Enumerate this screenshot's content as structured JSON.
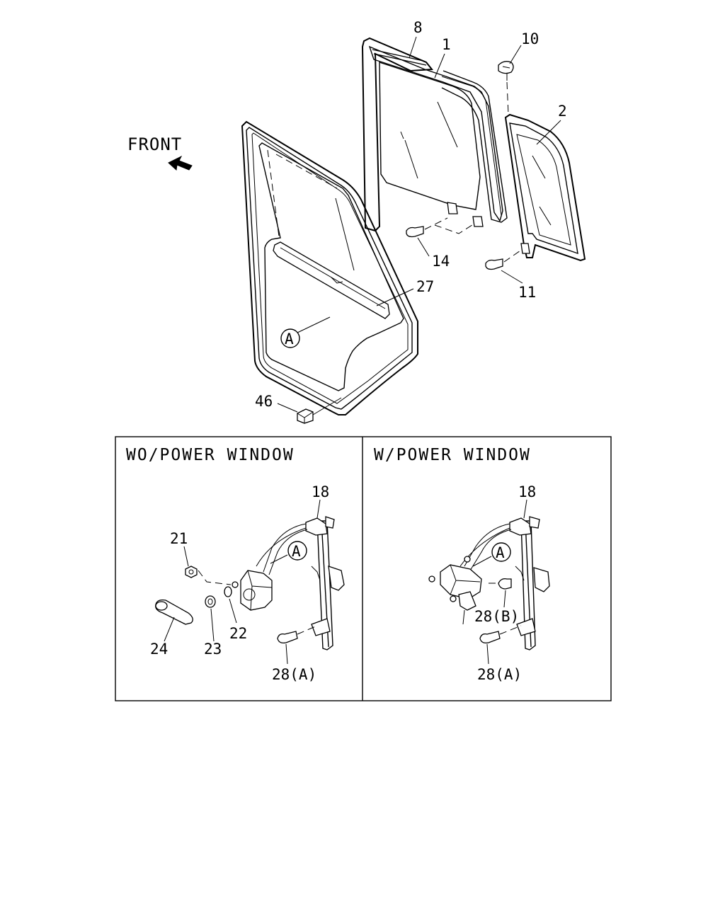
{
  "front": {
    "label": "FRONT"
  },
  "callouts": {
    "c1": "1",
    "c2": "2",
    "c8": "8",
    "c10": "10",
    "c11": "11",
    "c14": "14",
    "c27": "27",
    "c46": "46",
    "cA": "A"
  },
  "panels": {
    "left": {
      "title": "WO/POWER WINDOW",
      "labels": {
        "c18": "18",
        "c21": "21",
        "c22": "22",
        "c23": "23",
        "c24": "24",
        "c28a": "28(A)",
        "cA": "A"
      }
    },
    "right": {
      "title": "W/POWER WINDOW",
      "labels": {
        "c18": "18",
        "c28b": "28(B)",
        "c28a": "28(A)",
        "cA": "A"
      }
    }
  }
}
